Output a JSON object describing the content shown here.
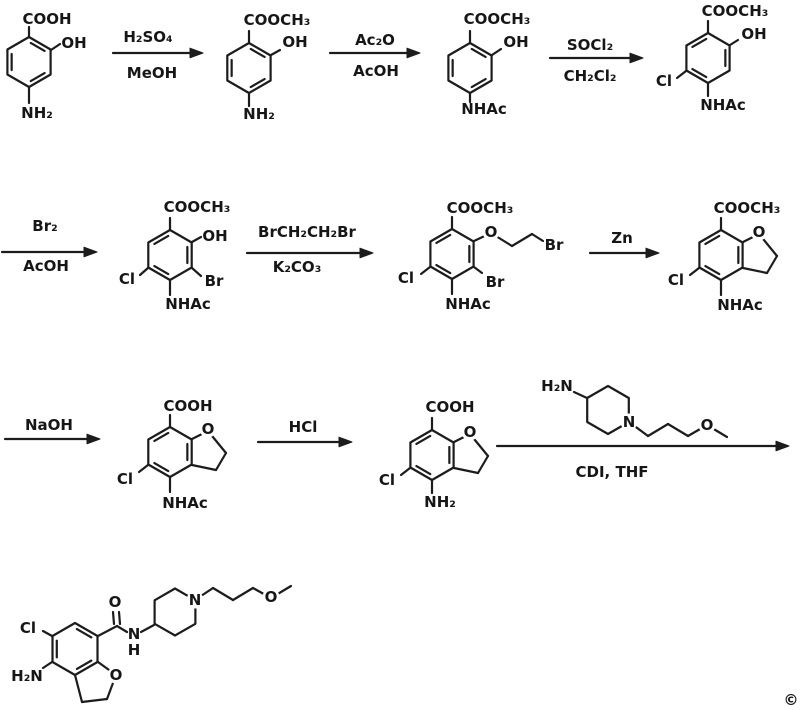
{
  "scheme": {
    "row1": {
      "mol1": {
        "top": "COOH",
        "oh": "OH",
        "nh2": "NH₂"
      },
      "arrow1": {
        "above": "H₂SO₄",
        "below": "MeOH"
      },
      "mol2": {
        "top": "COOCH₃",
        "oh": "OH",
        "nh2": "NH₂"
      },
      "arrow2": {
        "above": "Ac₂O",
        "below": "AcOH"
      },
      "mol3": {
        "top": "COOCH₃",
        "oh": "OH",
        "nhac": "NHAc"
      },
      "arrow3": {
        "above": "SOCl₂",
        "below": "CH₂Cl₂"
      },
      "mol4": {
        "top": "COOCH₃",
        "oh": "OH",
        "cl": "Cl",
        "nhac": "NHAc"
      }
    },
    "row2": {
      "arrow4": {
        "above": "Br₂",
        "below": "AcOH"
      },
      "mol5": {
        "top": "COOCH₃",
        "oh": "OH",
        "br": "Br",
        "nhac": "NHAc",
        "cl": "Cl"
      },
      "arrow5": {
        "above": "BrCH₂CH₂Br",
        "below": "K₂CO₃"
      },
      "mol6": {
        "top": "COOCH₃",
        "o": "O",
        "chain_br": "Br",
        "br": "Br",
        "nhac": "NHAc",
        "cl": "Cl"
      },
      "arrow6": {
        "above": "Zn"
      },
      "mol7": {
        "top": "COOCH₃",
        "o": "O",
        "cl": "Cl",
        "nhac": "NHAc"
      }
    },
    "row3": {
      "arrow7": {
        "above": "NaOH"
      },
      "mol8": {
        "top": "COOH",
        "o": "O",
        "cl": "Cl",
        "nhac": "NHAc"
      },
      "arrow8": {
        "above": "HCl"
      },
      "mol9": {
        "top": "COOH",
        "o": "O",
        "cl": "Cl",
        "nh2": "NH₂"
      },
      "reagent": {
        "h2n": "H₂N",
        "n": "N",
        "o": "O"
      },
      "arrow9": {
        "below": "CDI, THF"
      }
    },
    "row4": {
      "product": {
        "cl": "Cl",
        "h2n": "H₂N",
        "carbonyl_o": "O",
        "n": "N",
        "h": "H",
        "furan_o": "O",
        "pip_n": "N",
        "chain_o": "O"
      }
    },
    "corner_mark": "©"
  }
}
